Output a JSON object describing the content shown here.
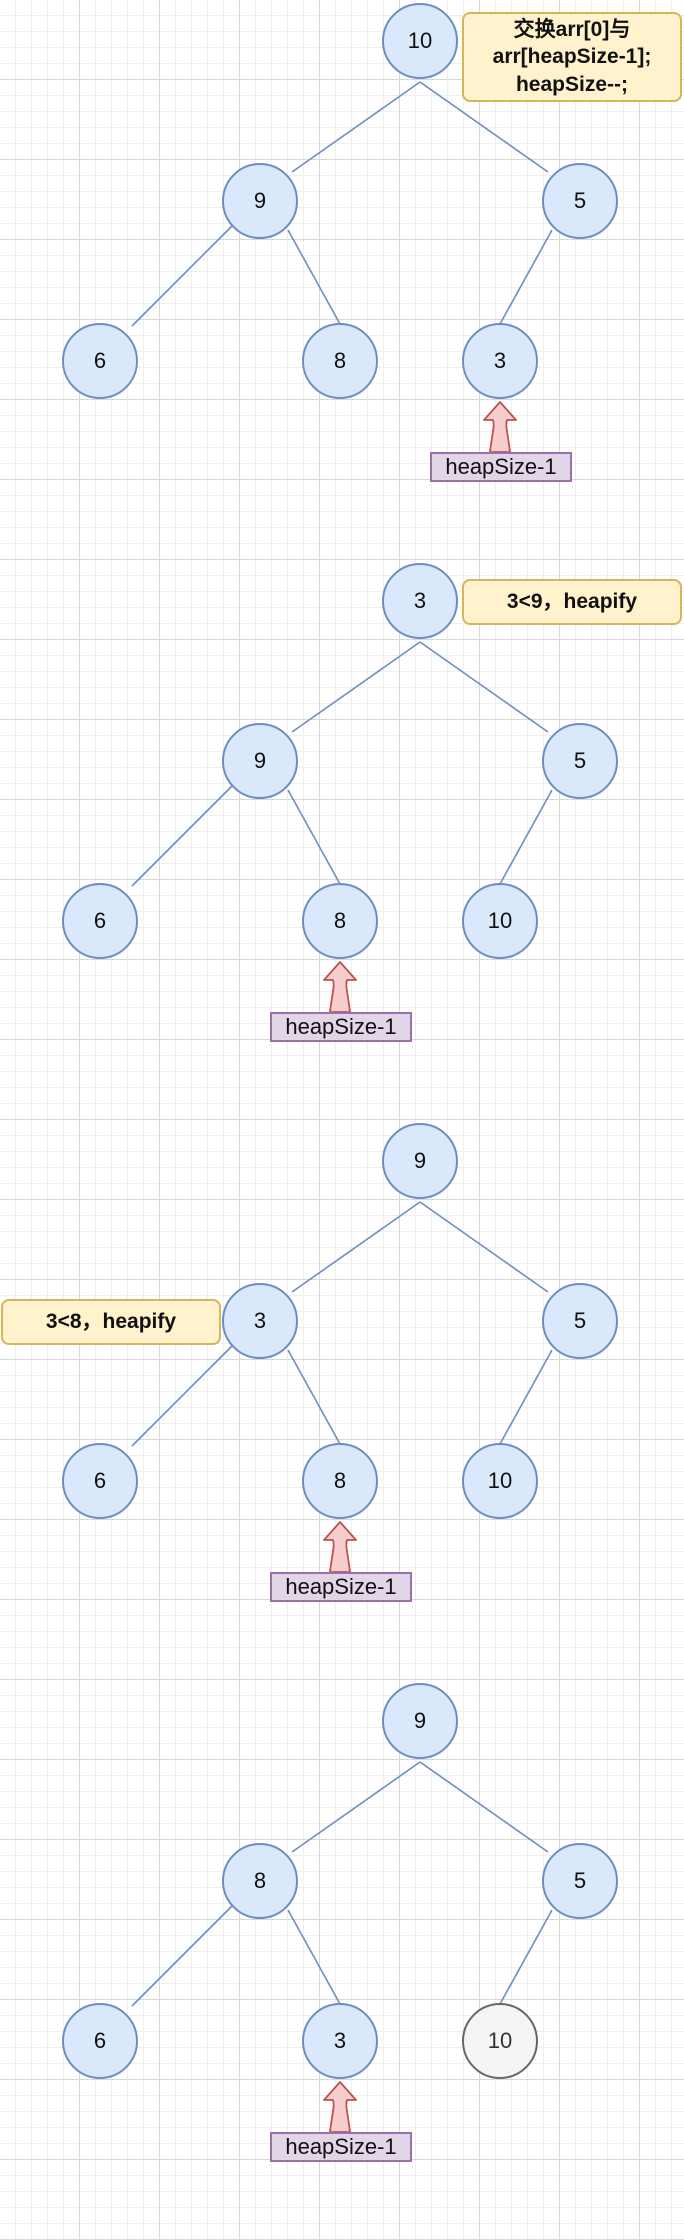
{
  "panels": [
    {
      "nodes": {
        "root": "10",
        "left": "9",
        "right": "5",
        "ll": "6",
        "lr": "8",
        "rl": "3"
      },
      "note": "交换arr[0]与\narr[heapSize-1];\nheapSize--;",
      "pointer_label": "heapSize-1"
    },
    {
      "nodes": {
        "root": "3",
        "left": "9",
        "right": "5",
        "ll": "6",
        "lr": "8",
        "rl": "10"
      },
      "note": "3<9，heapify",
      "pointer_label": "heapSize-1"
    },
    {
      "nodes": {
        "root": "9",
        "left": "3",
        "right": "5",
        "ll": "6",
        "lr": "8",
        "rl": "10"
      },
      "note": "3<8，heapify",
      "pointer_label": "heapSize-1"
    },
    {
      "nodes": {
        "root": "9",
        "left": "8",
        "right": "5",
        "ll": "6",
        "lr": "3",
        "rl": "10"
      },
      "pointer_label": "heapSize-1"
    }
  ],
  "colors": {
    "node_fill": "#dae8fc",
    "node_stroke": "#6c8ebf",
    "removed_fill": "#f5f5f5",
    "removed_stroke": "#666666",
    "note_fill": "#fff2cc",
    "note_stroke": "#d6b656",
    "label_fill": "#e1d5e7",
    "label_stroke": "#9673a6",
    "arrow_fill": "#f8cecc",
    "arrow_stroke": "#b85450"
  }
}
